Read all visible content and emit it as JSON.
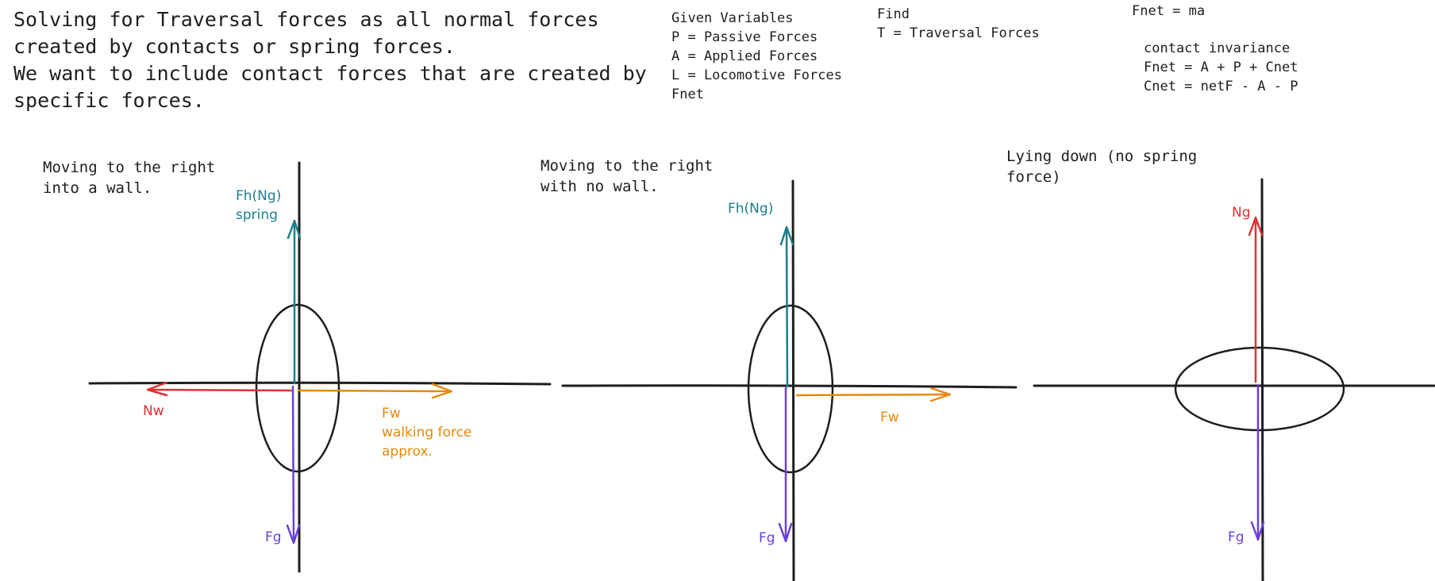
{
  "intro": {
    "lines": [
      "Solving for Traversal forces as all normal forces",
      "created by contacts or spring forces.",
      "We want to include contact forces that are created by",
      "specific forces."
    ]
  },
  "given": {
    "lines": [
      "Given Variables",
      "P = Passive Forces",
      "A = Applied Forces",
      "L = Locomotive Forces",
      "Fnet"
    ]
  },
  "find": {
    "lines": [
      "Find",
      "T = Traversal Forces"
    ]
  },
  "equations": {
    "top": "Fnet = ma",
    "lines": [
      "contact invariance",
      "Fnet = A + P + Cnet",
      "Cnet = netF - A - P"
    ]
  },
  "colors": {
    "ink": "#1e1e1e",
    "spring": "#1c7e8c",
    "gravity": "#6741d9",
    "normal": "#e03131",
    "walking": "#e8890c"
  },
  "diagrams": [
    {
      "caption": [
        "Moving to the right",
        "into a wall."
      ],
      "labels": {
        "up": [
          "Fh(Ng)",
          "spring"
        ],
        "down": "Fg",
        "left": "Nw",
        "right": [
          "Fw",
          "walking force",
          "approx."
        ]
      }
    },
    {
      "caption": [
        "Moving to the right",
        "with no wall."
      ],
      "labels": {
        "up": "Fh(Ng)",
        "down": "Fg",
        "right": "Fw"
      }
    },
    {
      "caption": [
        "Lying down (no spring",
        "force)"
      ],
      "labels": {
        "up": "Ng",
        "down": "Fg"
      }
    }
  ]
}
